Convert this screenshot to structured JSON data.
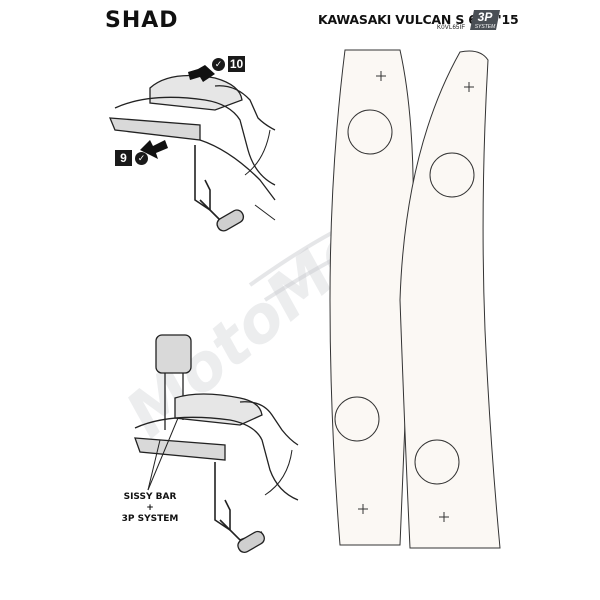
{
  "header": {
    "brand": "SHAD",
    "model_title": "KAWASAKI VULCAN S 650 '15",
    "part_code": "K0VL65IF",
    "badge_main": "3P",
    "badge_sub": "SYSTEM"
  },
  "steps": {
    "step_a": "10",
    "step_b": "9",
    "check_glyph": "✓"
  },
  "caption": {
    "line1": "SISSY BAR",
    "line2": "+",
    "line3": "3P SYSTEM"
  },
  "watermark": "MotoMoto",
  "colors": {
    "badge_bg": "#4a4f55",
    "ink": "#1a1a1a",
    "template_fill": "#fbf8f4"
  }
}
